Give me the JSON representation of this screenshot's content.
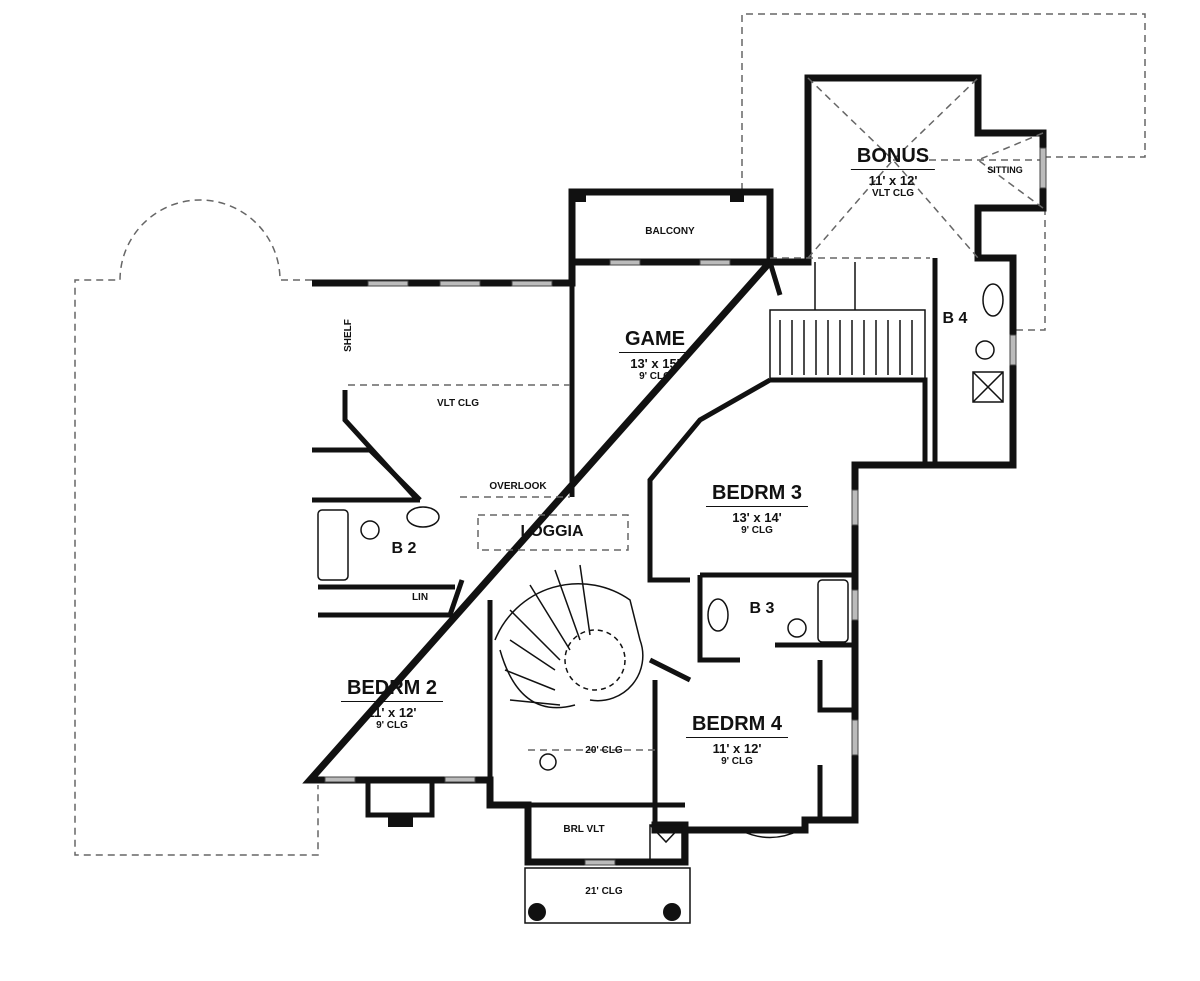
{
  "plan": {
    "bonus": {
      "name": "BONUS",
      "dim": "11' x 12'",
      "clg": "VLT CLG"
    },
    "sitting": "SITTING",
    "balcony": "BALCONY",
    "game": {
      "name": "GAME",
      "dim": "13' x 15'",
      "clg": "9' CLG"
    },
    "b4": "B 4",
    "shelf": "SHELF",
    "vlt_clg": "VLT CLG",
    "overlook": "OVERLOOK",
    "loggia": "LOGGIA",
    "b2": "B 2",
    "lin": "LIN",
    "bedrm3": {
      "name": "BEDRM 3",
      "dim": "13' x 14'",
      "clg": "9' CLG"
    },
    "b3": "B 3",
    "bedrm2": {
      "name": "BEDRM 2",
      "dim": "11' x 12'",
      "clg": "9' CLG"
    },
    "stair_clg": "20' CLG",
    "bedrm4": {
      "name": "BEDRM 4",
      "dim": "11' x 12'",
      "clg": "9' CLG"
    },
    "brl_vlt": "BRL VLT",
    "porch_clg": "21' CLG"
  }
}
